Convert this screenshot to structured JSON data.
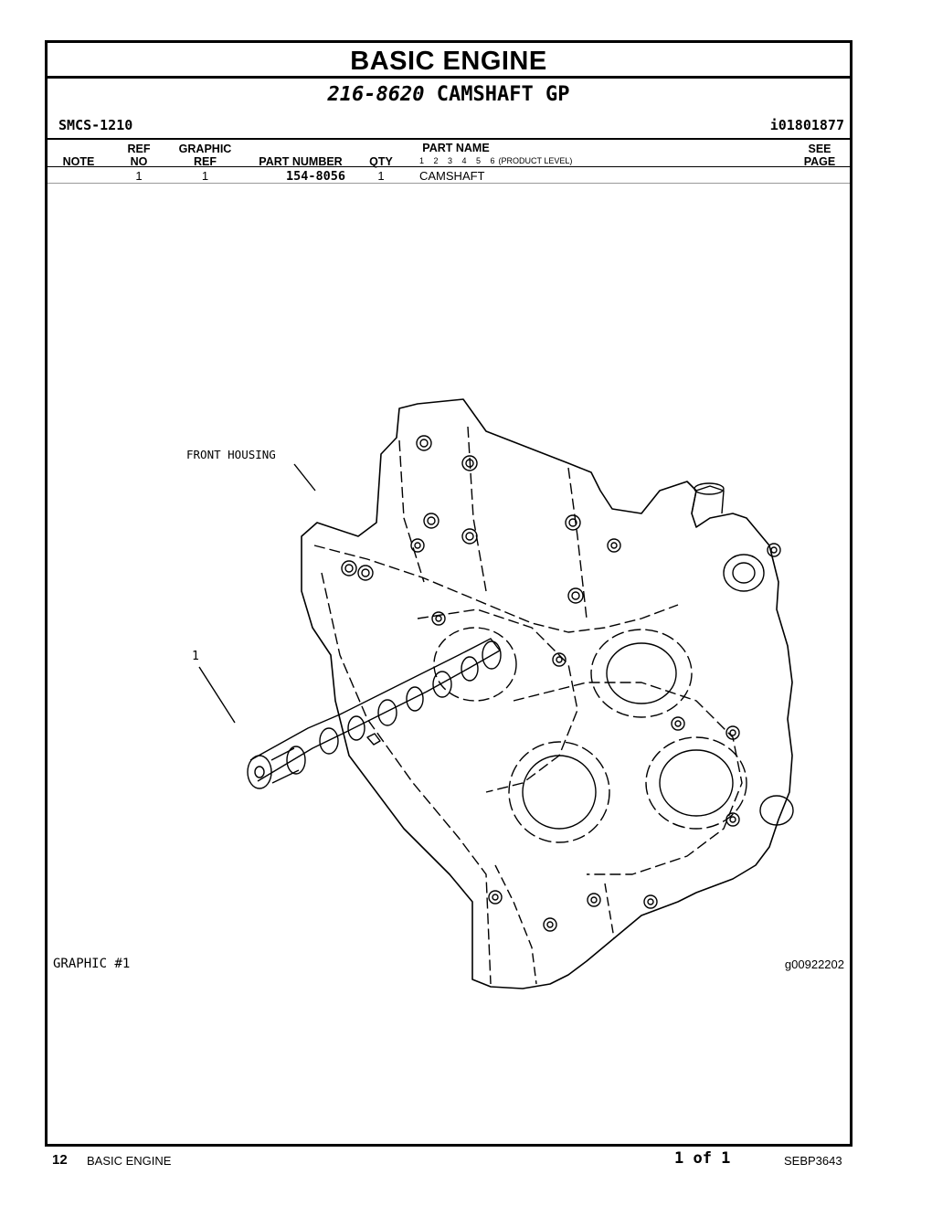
{
  "header": {
    "section_title": "BASIC  ENGINE",
    "part_number": "216-8620",
    "group_name": "CAMSHAFT GP",
    "smcs": "SMCS-1210",
    "identifier": "i01801877"
  },
  "table": {
    "columns": {
      "note": "NOTE",
      "ref_top": "REF",
      "ref_bottom": "NO",
      "graphic_top": "GRAPHIC",
      "graphic_bottom": "REF",
      "part_number": "PART NUMBER",
      "qty": "QTY",
      "part_name": "PART NAME",
      "product_levels": "1 2 3 4 5 6",
      "product_level_label": "(PRODUCT LEVEL)",
      "see_top": "SEE",
      "see_bottom": "PAGE"
    },
    "rows": [
      {
        "note": "",
        "ref_no": "1",
        "graphic_ref": "1",
        "part_number": "154-8056",
        "qty": "1",
        "part_name": "CAMSHAFT",
        "see_page": ""
      }
    ]
  },
  "graphic": {
    "callout_housing": "FRONT HOUSING",
    "callout_item": "1",
    "label": "GRAPHIC #1",
    "id": "g00922202"
  },
  "footer": {
    "page": "12",
    "section": "BASIC ENGINE",
    "page_of": "1 of 1",
    "doc_number": "SEBP3643"
  }
}
